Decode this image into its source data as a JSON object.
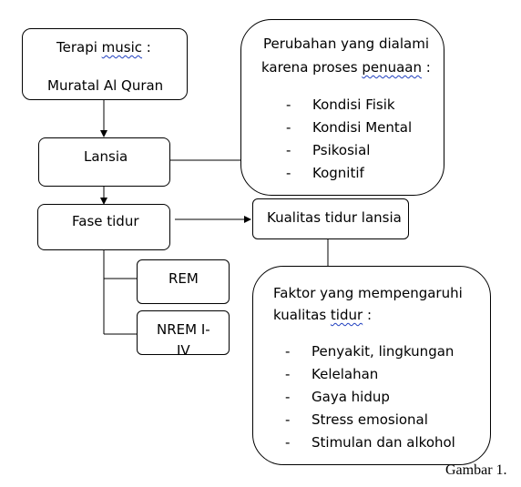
{
  "therapy": {
    "line1_prefix": "Terapi ",
    "line1_underlined": "music",
    "line1_suffix": " :",
    "line2": "Muratal Al Quran"
  },
  "elderly": {
    "label": "Lansia"
  },
  "aging_changes": {
    "title_line1": "Perubahan yang dialami",
    "title_line2_prefix": "karena proses ",
    "title_line2_underlined": "penuaan",
    "title_line2_suffix": " :",
    "items": [
      "Kondisi Fisik",
      "Kondisi Mental",
      "Psikosial",
      "Kognitif"
    ]
  },
  "sleep_phase": {
    "label": "Fase tidur"
  },
  "sleep_quality": {
    "label": "Kualitas tidur lansia"
  },
  "rem": {
    "label": "REM"
  },
  "nrem": {
    "label_line1": "NREM I-",
    "label_line2": "IV"
  },
  "factors": {
    "title_line1": "Faktor yang mempengaruhi",
    "title_line2_prefix": "kualitas ",
    "title_line2_underlined": "tidur",
    "title_line2_suffix": " :",
    "items": [
      "Penyakit, lingkungan",
      "Kelelahan",
      "Gaya hidup",
      "Stress emosional",
      "Stimulan dan alkohol"
    ]
  },
  "bullet_symbol": "-",
  "caption": "Gambar 1."
}
